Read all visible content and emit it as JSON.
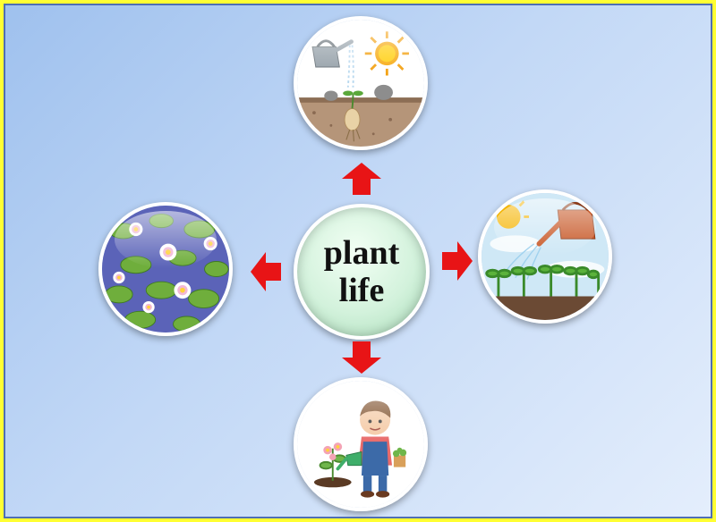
{
  "center": {
    "line1": "plant",
    "line2": "life"
  },
  "nodes": [
    {
      "id": "top",
      "icon": "seed-sprouting-icon"
    },
    {
      "id": "left",
      "icon": "water-lilies-icon"
    },
    {
      "id": "right",
      "icon": "watering-seedlings-icon"
    },
    {
      "id": "bottom",
      "icon": "child-gardening-icon"
    }
  ],
  "colors": {
    "arrow": "#e81416",
    "border": "#ffff33",
    "background_start": "#9fc1ee",
    "background_end": "#e4eefc",
    "center_fill": "#d3f2dc"
  }
}
